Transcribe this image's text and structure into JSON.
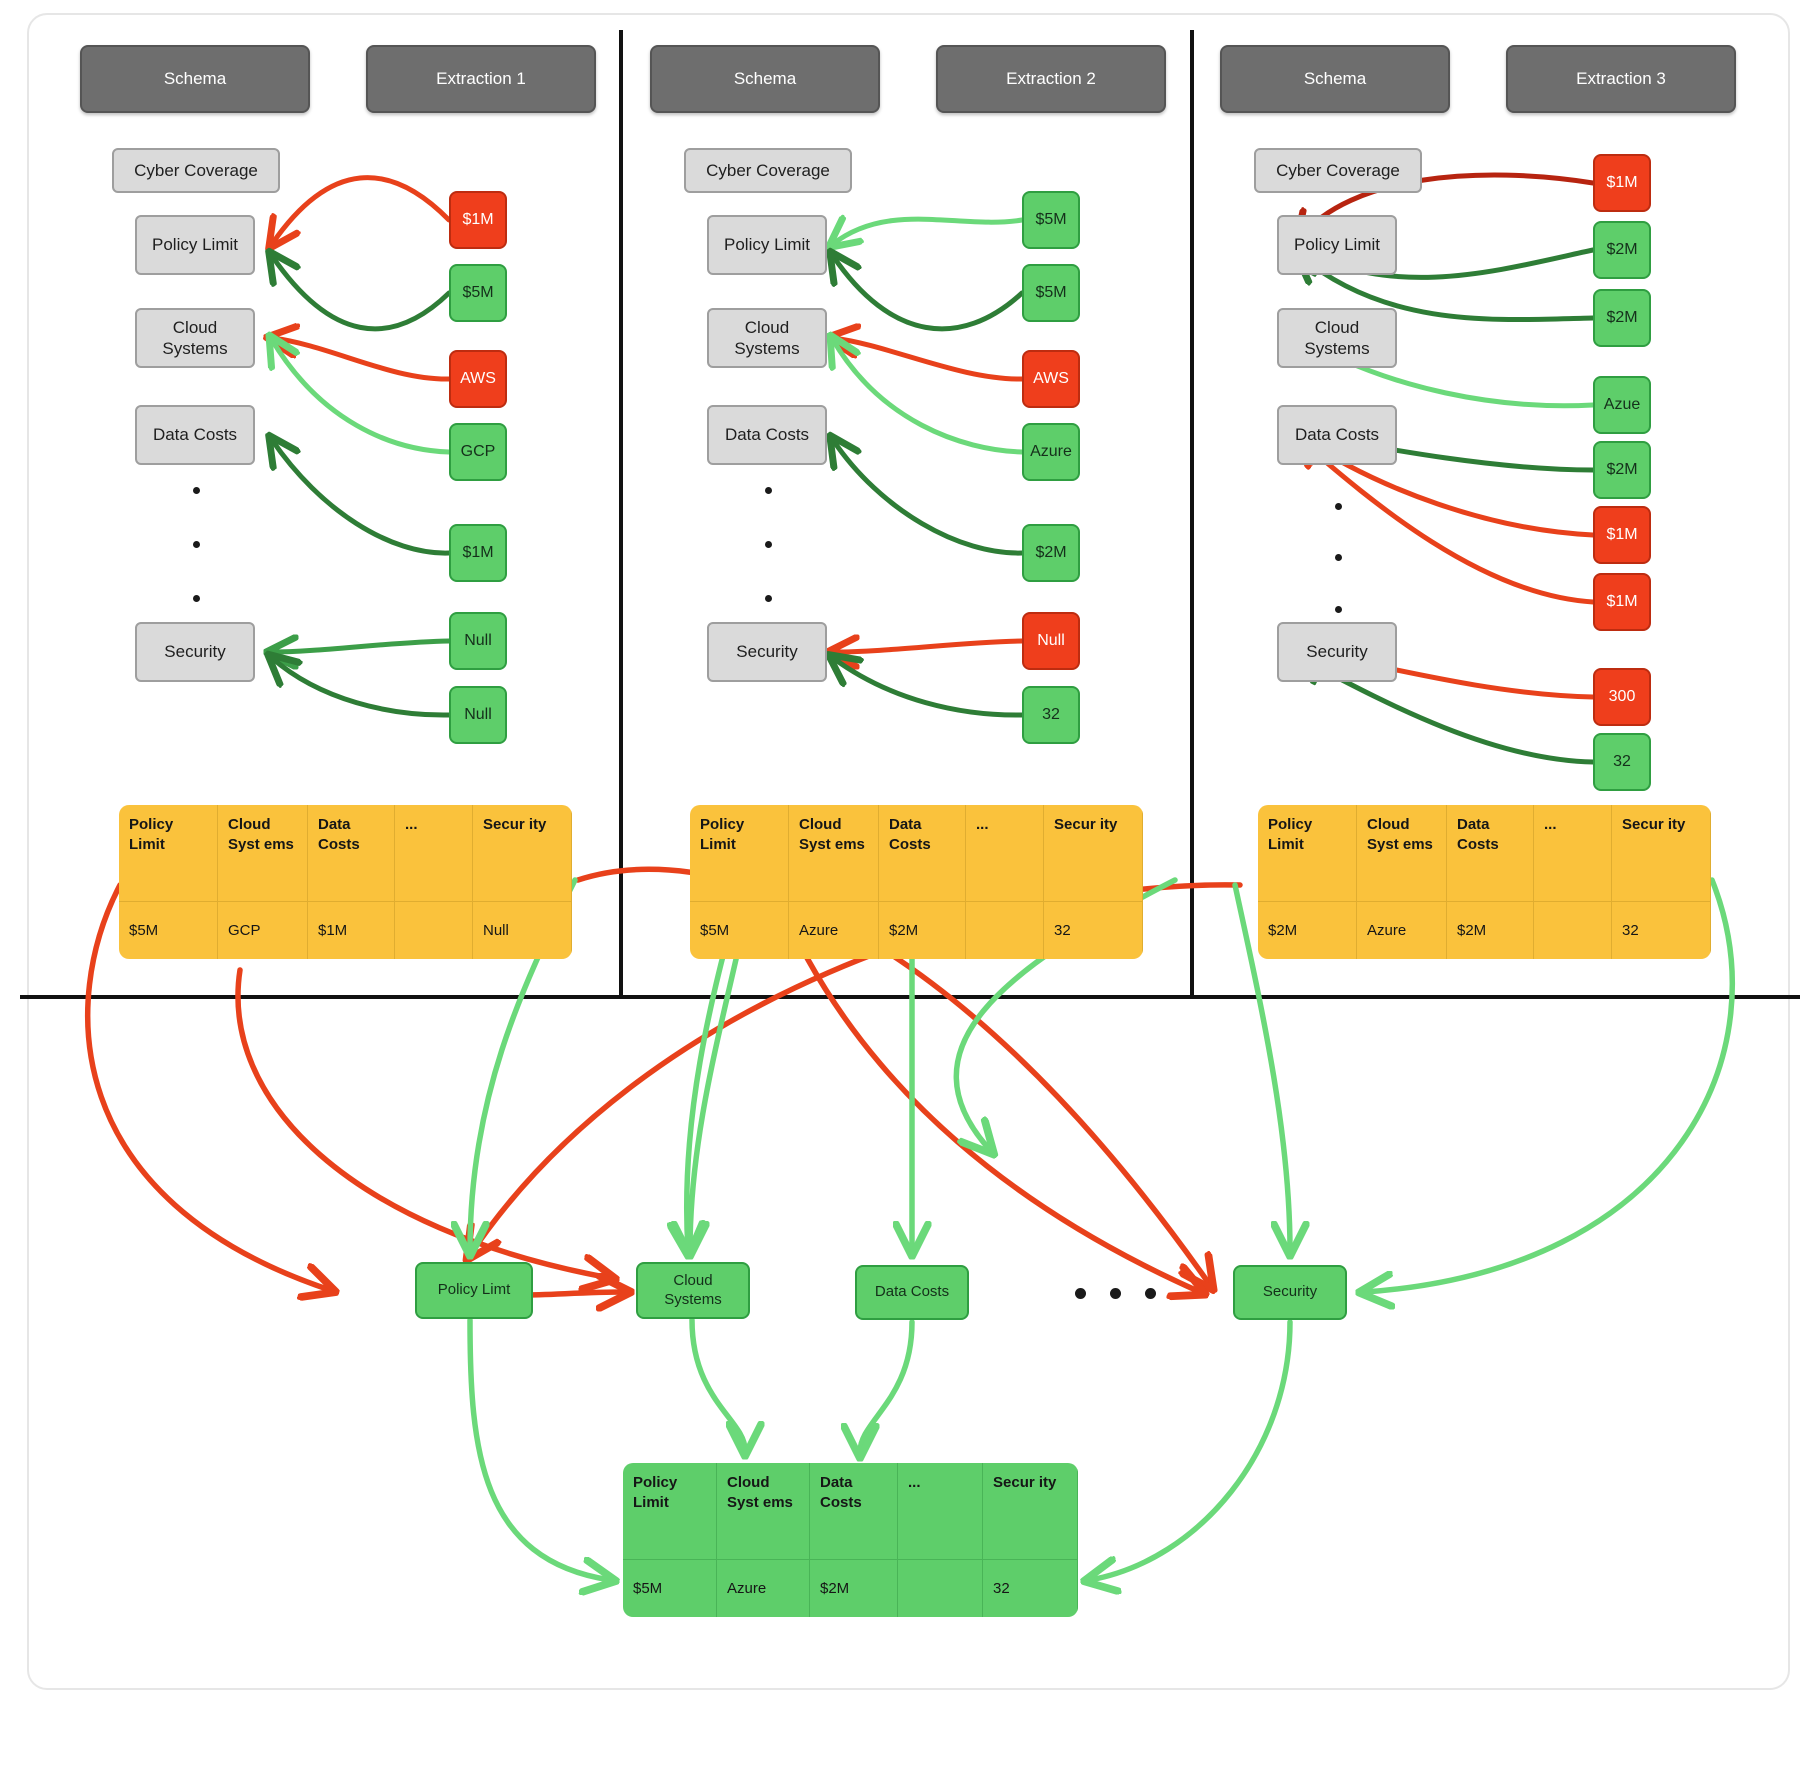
{
  "panels": [
    {
      "id": "panel-1",
      "schema_header": "Schema",
      "extraction_header": "Extraction 1",
      "schema_fields": [
        "Cyber Coverage",
        "Policy Limit",
        "Cloud Systems",
        "Data Costs",
        "Security"
      ],
      "values": [
        {
          "text": "$1M",
          "state": "red"
        },
        {
          "text": "$5M",
          "state": "green"
        },
        {
          "text": "AWS",
          "state": "red"
        },
        {
          "text": "GCP",
          "state": "green"
        },
        {
          "text": "$1M",
          "state": "green"
        },
        {
          "text": "Null",
          "state": "green"
        },
        {
          "text": "Null",
          "state": "green"
        }
      ],
      "table": {
        "headers": [
          "Policy Limit",
          "Cloud Syst ems",
          "Data Costs",
          "...",
          "Secur ity"
        ],
        "row": [
          "$5M",
          "GCP",
          "$1M",
          "",
          "Null"
        ]
      }
    },
    {
      "id": "panel-2",
      "schema_header": "Schema",
      "extraction_header": "Extraction 2",
      "schema_fields": [
        "Cyber Coverage",
        "Policy Limit",
        "Cloud Systems",
        "Data Costs",
        "Security"
      ],
      "values": [
        {
          "text": "$5M",
          "state": "green"
        },
        {
          "text": "$5M",
          "state": "green"
        },
        {
          "text": "AWS",
          "state": "red"
        },
        {
          "text": "Azure",
          "state": "green"
        },
        {
          "text": "$2M",
          "state": "green"
        },
        {
          "text": "Null",
          "state": "red"
        },
        {
          "text": "32",
          "state": "green"
        }
      ],
      "table": {
        "headers": [
          "Policy Limit",
          "Cloud Syst ems",
          "Data Costs",
          "...",
          "Secur ity"
        ],
        "row": [
          "$5M",
          "Azure",
          "$2M",
          "",
          "32"
        ]
      }
    },
    {
      "id": "panel-3",
      "schema_header": "Schema",
      "extraction_header": "Extraction 3",
      "schema_fields": [
        "Cyber Coverage",
        "Policy Limit",
        "Cloud Systems",
        "Data Costs",
        "Security"
      ],
      "values": [
        {
          "text": "$1M",
          "state": "red"
        },
        {
          "text": "$2M",
          "state": "green"
        },
        {
          "text": "$2M",
          "state": "green"
        },
        {
          "text": "Azue",
          "state": "green"
        },
        {
          "text": "$2M",
          "state": "green"
        },
        {
          "text": "$1M",
          "state": "red"
        },
        {
          "text": "$1M",
          "state": "red"
        },
        {
          "text": "300",
          "state": "red"
        },
        {
          "text": "32",
          "state": "green"
        }
      ],
      "table": {
        "headers": [
          "Policy Limit",
          "Cloud Syst ems",
          "Data Costs",
          "...",
          "Secur ity"
        ],
        "row": [
          "$2M",
          "Azure",
          "$2M",
          "",
          "32"
        ]
      }
    }
  ],
  "consensus": {
    "nodes": [
      "Policy Limt",
      "Cloud Systems",
      "Data Costs",
      "Security"
    ],
    "ellipsis": "• • •",
    "table": {
      "headers": [
        "Policy Limit",
        "Cloud Syst ems",
        "Data Costs",
        "...",
        "Secur ity"
      ],
      "row": [
        "$5M",
        "Azure",
        "$2M",
        "",
        "32"
      ]
    }
  },
  "colors": {
    "green_value": "#5ece6a",
    "red_value": "#ef3e1c",
    "schema_chip": "#dadada",
    "header_chip": "#6e6e6e",
    "table_orange": "#fac23c",
    "table_green": "#5ece6a",
    "arrow_red": "#e8411b",
    "arrow_dark_red": "#b72410",
    "arrow_green_light": "#6bd97a",
    "arrow_green_dark": "#2e7d36",
    "arrow_green_mid": "#3c9e48"
  }
}
